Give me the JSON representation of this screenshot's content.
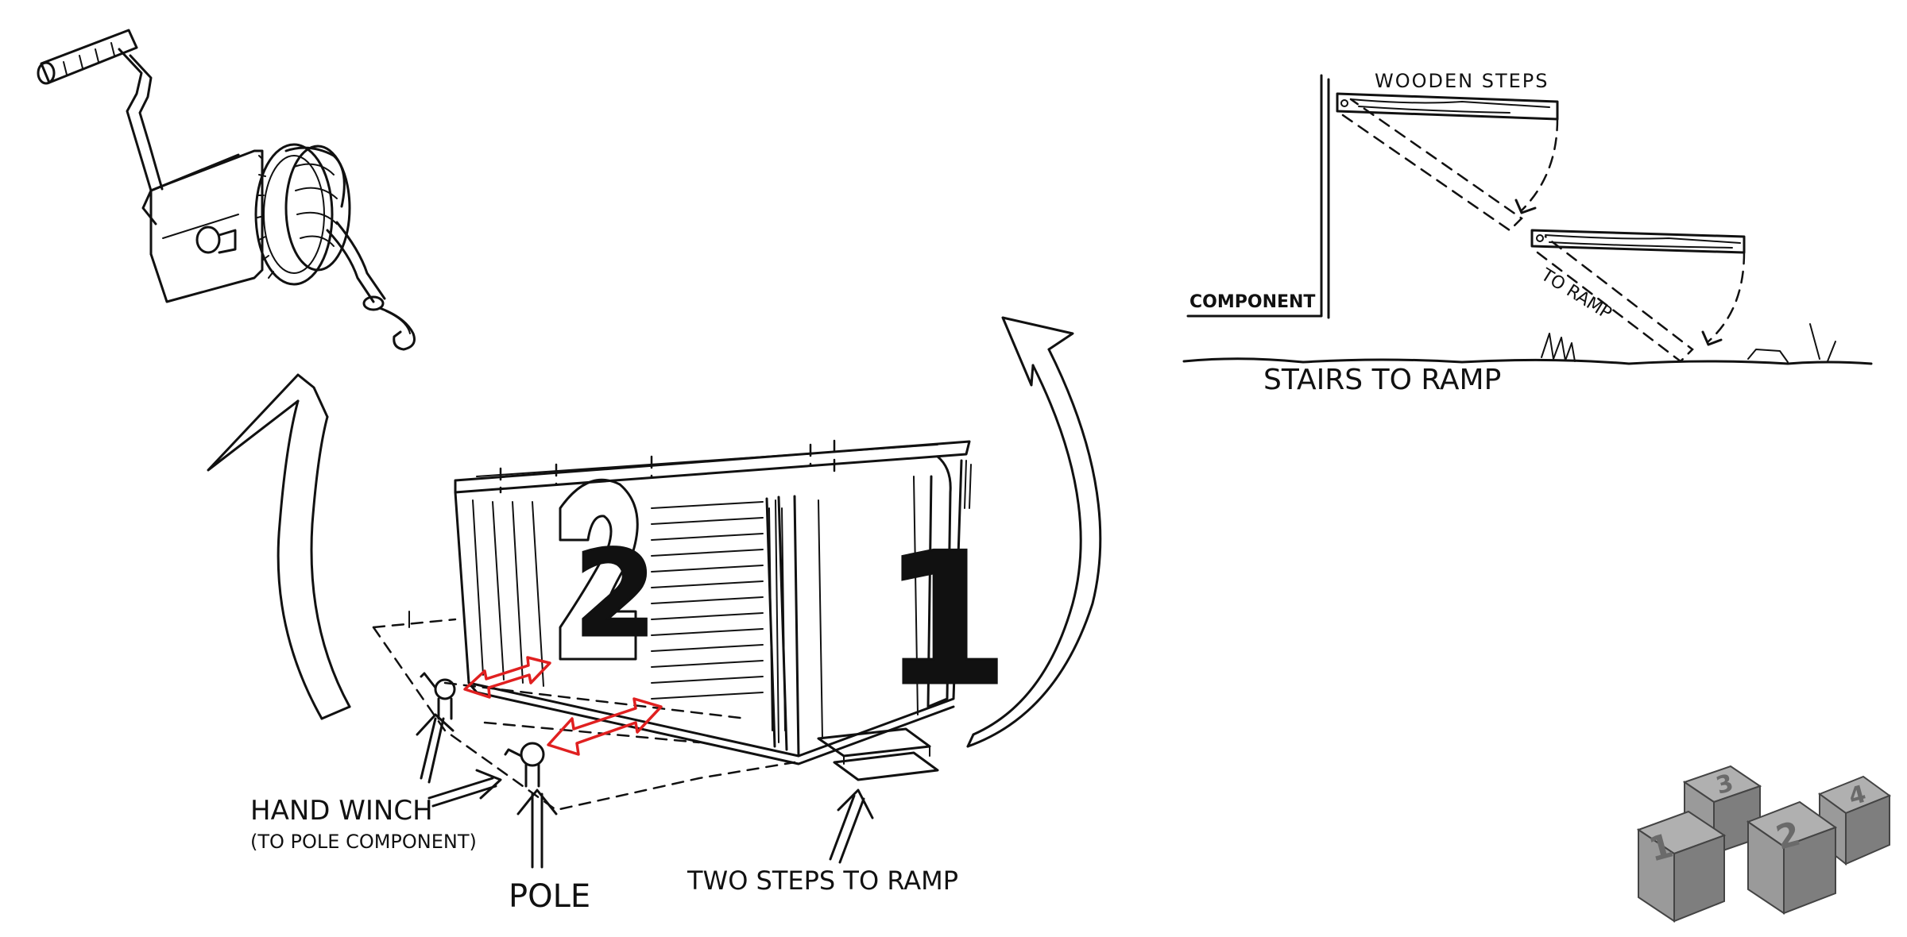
{
  "labels": {
    "hand_winch": "HAND WINCH",
    "hand_winch_sub": "(TO POLE COMPONENT)",
    "pole": "POLE",
    "two_steps": "TWO STEPS TO RAMP",
    "wooden_steps": "WOODEN STEPS",
    "component": "COMPONENT",
    "to_ramp": "TO RAMP",
    "stairs_to_ramp": "STAIRS TO RAMP"
  },
  "container_numbers": {
    "front": "2",
    "side": "1"
  },
  "cubes": [
    "1",
    "2",
    "3",
    "4"
  ],
  "colors": {
    "ink": "#111111",
    "accent": "#e02020",
    "cube_light": "#b0b0b0",
    "cube_mid": "#9a9a9a",
    "cube_dark": "#7e7e7e"
  }
}
